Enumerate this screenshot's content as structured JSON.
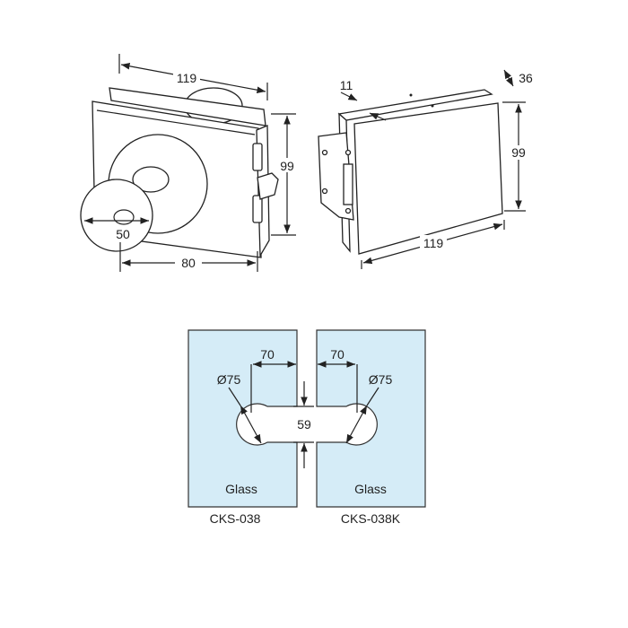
{
  "knob_view": {
    "width_label": "119",
    "height_label": "99",
    "knob_diameter_label": "50",
    "offset_label": "80"
  },
  "hinge_view": {
    "gap_label": "11",
    "thickness_label": "36",
    "height_label": "99",
    "width_label": "119"
  },
  "cutouts": {
    "left": {
      "offset_label": "70",
      "diameter_label": "Ø75",
      "material_label": "Glass",
      "model": "CKS-038"
    },
    "right": {
      "offset_label": "70",
      "diameter_label": "Ø75",
      "material_label": "Glass",
      "model": "CKS-038K"
    },
    "slot_label": "59"
  },
  "colors": {
    "glass": "#d5ecf7",
    "line": "#222222"
  }
}
